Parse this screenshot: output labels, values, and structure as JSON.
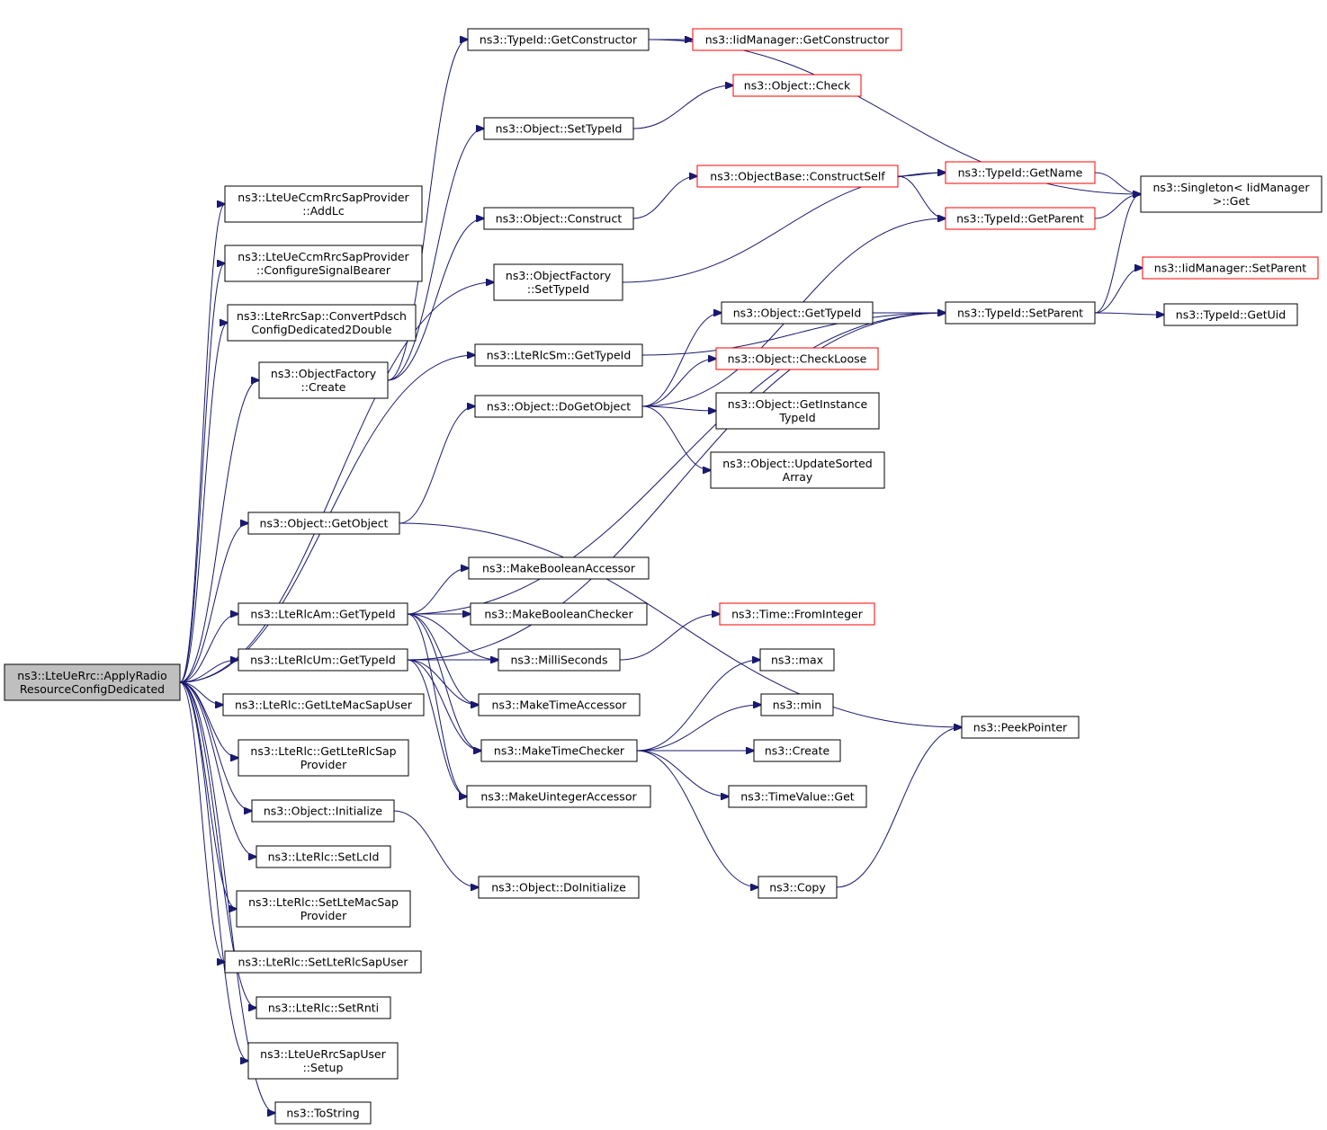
{
  "colors": {
    "edge": "#191970",
    "root_fill": "#bfbfbf",
    "node_fill": "#ffffff",
    "node_border": "#000000",
    "truncated_border": "#ff0000"
  },
  "nodes": [
    {
      "id": "root",
      "lines": [
        "ns3::LteUeRrc::ApplyRadio",
        "ResourceConfigDedicated"
      ],
      "kind": "root"
    },
    {
      "id": "addlc",
      "lines": [
        "ns3::LteUeCcmRrcSapProvider",
        "::AddLc"
      ],
      "kind": "normal"
    },
    {
      "id": "cfgsig",
      "lines": [
        "ns3::LteUeCcmRrcSapProvider",
        "::ConfigureSignalBearer"
      ],
      "kind": "normal"
    },
    {
      "id": "convpdsch",
      "lines": [
        "ns3::LteRrcSap::ConvertPdsch",
        "ConfigDedicated2Double"
      ],
      "kind": "normal"
    },
    {
      "id": "ofcreate",
      "lines": [
        "ns3::ObjectFactory",
        "::Create"
      ],
      "kind": "normal"
    },
    {
      "id": "getobject",
      "lines": [
        "ns3::Object::GetObject"
      ],
      "kind": "normal"
    },
    {
      "id": "amgettid",
      "lines": [
        "ns3::LteRlcAm::GetTypeId"
      ],
      "kind": "normal"
    },
    {
      "id": "umgettid",
      "lines": [
        "ns3::LteRlcUm::GetTypeId"
      ],
      "kind": "normal"
    },
    {
      "id": "getmacuser",
      "lines": [
        "ns3::LteRlc::GetLteMacSapUser"
      ],
      "kind": "normal"
    },
    {
      "id": "getrlcprov",
      "lines": [
        "ns3::LteRlc::GetLteRlcSap",
        "Provider"
      ],
      "kind": "normal"
    },
    {
      "id": "initialize",
      "lines": [
        "ns3::Object::Initialize"
      ],
      "kind": "normal"
    },
    {
      "id": "setlcid",
      "lines": [
        "ns3::LteRlc::SetLcId"
      ],
      "kind": "normal"
    },
    {
      "id": "setmacprov",
      "lines": [
        "ns3::LteRlc::SetLteMacSap",
        "Provider"
      ],
      "kind": "normal"
    },
    {
      "id": "setrlcuser",
      "lines": [
        "ns3::LteRlc::SetLteRlcSapUser"
      ],
      "kind": "normal"
    },
    {
      "id": "setrnti",
      "lines": [
        "ns3::LteRlc::SetRnti"
      ],
      "kind": "normal"
    },
    {
      "id": "rrcsetup",
      "lines": [
        "ns3::LteUeRrcSapUser",
        "::Setup"
      ],
      "kind": "normal"
    },
    {
      "id": "tostring",
      "lines": [
        "ns3::ToString"
      ],
      "kind": "normal"
    },
    {
      "id": "tidgetctor",
      "lines": [
        "ns3::TypeId::GetConstructor"
      ],
      "kind": "normal"
    },
    {
      "id": "objsettid",
      "lines": [
        "ns3::Object::SetTypeId"
      ],
      "kind": "normal"
    },
    {
      "id": "objconstruct",
      "lines": [
        "ns3::Object::Construct"
      ],
      "kind": "normal"
    },
    {
      "id": "ofsettid",
      "lines": [
        "ns3::ObjectFactory",
        "::SetTypeId"
      ],
      "kind": "normal"
    },
    {
      "id": "smgettid",
      "lines": [
        "ns3::LteRlcSm::GetTypeId"
      ],
      "kind": "normal"
    },
    {
      "id": "dogetobject",
      "lines": [
        "ns3::Object::DoGetObject"
      ],
      "kind": "normal"
    },
    {
      "id": "mkboolacc",
      "lines": [
        "ns3::MakeBooleanAccessor"
      ],
      "kind": "normal"
    },
    {
      "id": "mkboolchk",
      "lines": [
        "ns3::MakeBooleanChecker"
      ],
      "kind": "normal"
    },
    {
      "id": "millis",
      "lines": [
        "ns3::MilliSeconds"
      ],
      "kind": "normal"
    },
    {
      "id": "mktimeacc",
      "lines": [
        "ns3::MakeTimeAccessor"
      ],
      "kind": "normal"
    },
    {
      "id": "mktimechk",
      "lines": [
        "ns3::MakeTimeChecker"
      ],
      "kind": "normal"
    },
    {
      "id": "mkuintacc",
      "lines": [
        "ns3::MakeUintegerAccessor"
      ],
      "kind": "normal"
    },
    {
      "id": "doinit",
      "lines": [
        "ns3::Object::DoInitialize"
      ],
      "kind": "normal"
    },
    {
      "id": "iidgetctor",
      "lines": [
        "ns3::IidManager::GetConstructor"
      ],
      "kind": "truncated"
    },
    {
      "id": "objcheck",
      "lines": [
        "ns3::Object::Check"
      ],
      "kind": "truncated"
    },
    {
      "id": "obconstructself",
      "lines": [
        "ns3::ObjectBase::ConstructSelf"
      ],
      "kind": "truncated"
    },
    {
      "id": "objgettid",
      "lines": [
        "ns3::Object::GetTypeId"
      ],
      "kind": "normal"
    },
    {
      "id": "checkloose",
      "lines": [
        "ns3::Object::CheckLoose"
      ],
      "kind": "truncated"
    },
    {
      "id": "getinsttid",
      "lines": [
        "ns3::Object::GetInstance",
        "TypeId"
      ],
      "kind": "normal"
    },
    {
      "id": "updsorted",
      "lines": [
        "ns3::Object::UpdateSorted",
        "Array"
      ],
      "kind": "normal"
    },
    {
      "id": "fromint",
      "lines": [
        "ns3::Time::FromInteger"
      ],
      "kind": "truncated"
    },
    {
      "id": "max",
      "lines": [
        "ns3::max"
      ],
      "kind": "normal"
    },
    {
      "id": "min",
      "lines": [
        "ns3::min"
      ],
      "kind": "normal"
    },
    {
      "id": "create",
      "lines": [
        "ns3::Create"
      ],
      "kind": "normal"
    },
    {
      "id": "tvget",
      "lines": [
        "ns3::TimeValue::Get"
      ],
      "kind": "normal"
    },
    {
      "id": "copy",
      "lines": [
        "ns3::Copy"
      ],
      "kind": "normal"
    },
    {
      "id": "tidgetname",
      "lines": [
        "ns3::TypeId::GetName"
      ],
      "kind": "truncated"
    },
    {
      "id": "tidgetparent",
      "lines": [
        "ns3::TypeId::GetParent"
      ],
      "kind": "truncated"
    },
    {
      "id": "tidsetparent",
      "lines": [
        "ns3::TypeId::SetParent"
      ],
      "kind": "normal"
    },
    {
      "id": "peekptr",
      "lines": [
        "ns3::PeekPointer"
      ],
      "kind": "normal"
    },
    {
      "id": "singletonget",
      "lines": [
        "ns3::Singleton< IidManager",
        " >::Get"
      ],
      "kind": "normal"
    },
    {
      "id": "iidsetparent",
      "lines": [
        "ns3::IidManager::SetParent"
      ],
      "kind": "truncated"
    },
    {
      "id": "tidgetuid",
      "lines": [
        "ns3::TypeId::GetUid"
      ],
      "kind": "normal"
    }
  ],
  "edges": [
    [
      "root",
      "addlc"
    ],
    [
      "root",
      "cfgsig"
    ],
    [
      "root",
      "convpdsch"
    ],
    [
      "root",
      "ofcreate"
    ],
    [
      "root",
      "ofsettid"
    ],
    [
      "root",
      "smgettid"
    ],
    [
      "root",
      "getobject"
    ],
    [
      "root",
      "amgettid"
    ],
    [
      "root",
      "umgettid"
    ],
    [
      "root",
      "getmacuser"
    ],
    [
      "root",
      "getrlcprov"
    ],
    [
      "root",
      "initialize"
    ],
    [
      "root",
      "setlcid"
    ],
    [
      "root",
      "setmacprov"
    ],
    [
      "root",
      "setrlcuser"
    ],
    [
      "root",
      "setrnti"
    ],
    [
      "root",
      "rrcsetup"
    ],
    [
      "root",
      "tostring"
    ],
    [
      "ofcreate",
      "tidgetctor"
    ],
    [
      "ofcreate",
      "objsettid"
    ],
    [
      "ofcreate",
      "objconstruct"
    ],
    [
      "tidgetctor",
      "iidgetctor"
    ],
    [
      "tidgetctor",
      "singletonget"
    ],
    [
      "objsettid",
      "objcheck"
    ],
    [
      "objconstruct",
      "obconstructself"
    ],
    [
      "obconstructself",
      "tidgetname"
    ],
    [
      "obconstructself",
      "tidgetparent"
    ],
    [
      "ofsettid",
      "tidgetname"
    ],
    [
      "tidgetname",
      "singletonget"
    ],
    [
      "tidgetparent",
      "singletonget"
    ],
    [
      "smgettid",
      "tidsetparent"
    ],
    [
      "getobject",
      "dogetobject"
    ],
    [
      "getobject",
      "peekptr"
    ],
    [
      "dogetobject",
      "objgettid"
    ],
    [
      "dogetobject",
      "checkloose"
    ],
    [
      "dogetobject",
      "getinsttid"
    ],
    [
      "dogetobject",
      "updsorted"
    ],
    [
      "dogetobject",
      "tidgetparent"
    ],
    [
      "objgettid",
      "tidsetparent"
    ],
    [
      "tidsetparent",
      "singletonget"
    ],
    [
      "tidsetparent",
      "iidsetparent"
    ],
    [
      "tidsetparent",
      "tidgetuid"
    ],
    [
      "amgettid",
      "tidsetparent"
    ],
    [
      "amgettid",
      "mkboolacc"
    ],
    [
      "amgettid",
      "mkboolchk"
    ],
    [
      "amgettid",
      "millis"
    ],
    [
      "amgettid",
      "mktimeacc"
    ],
    [
      "amgettid",
      "mktimechk"
    ],
    [
      "amgettid",
      "mkuintacc"
    ],
    [
      "umgettid",
      "millis"
    ],
    [
      "umgettid",
      "mktimeacc"
    ],
    [
      "umgettid",
      "mktimechk"
    ],
    [
      "umgettid",
      "mkuintacc"
    ],
    [
      "umgettid",
      "tidsetparent"
    ],
    [
      "millis",
      "fromint"
    ],
    [
      "mktimechk",
      "max"
    ],
    [
      "mktimechk",
      "min"
    ],
    [
      "mktimechk",
      "create"
    ],
    [
      "mktimechk",
      "tvget"
    ],
    [
      "mktimechk",
      "copy"
    ],
    [
      "copy",
      "peekptr"
    ],
    [
      "initialize",
      "doinit"
    ]
  ]
}
